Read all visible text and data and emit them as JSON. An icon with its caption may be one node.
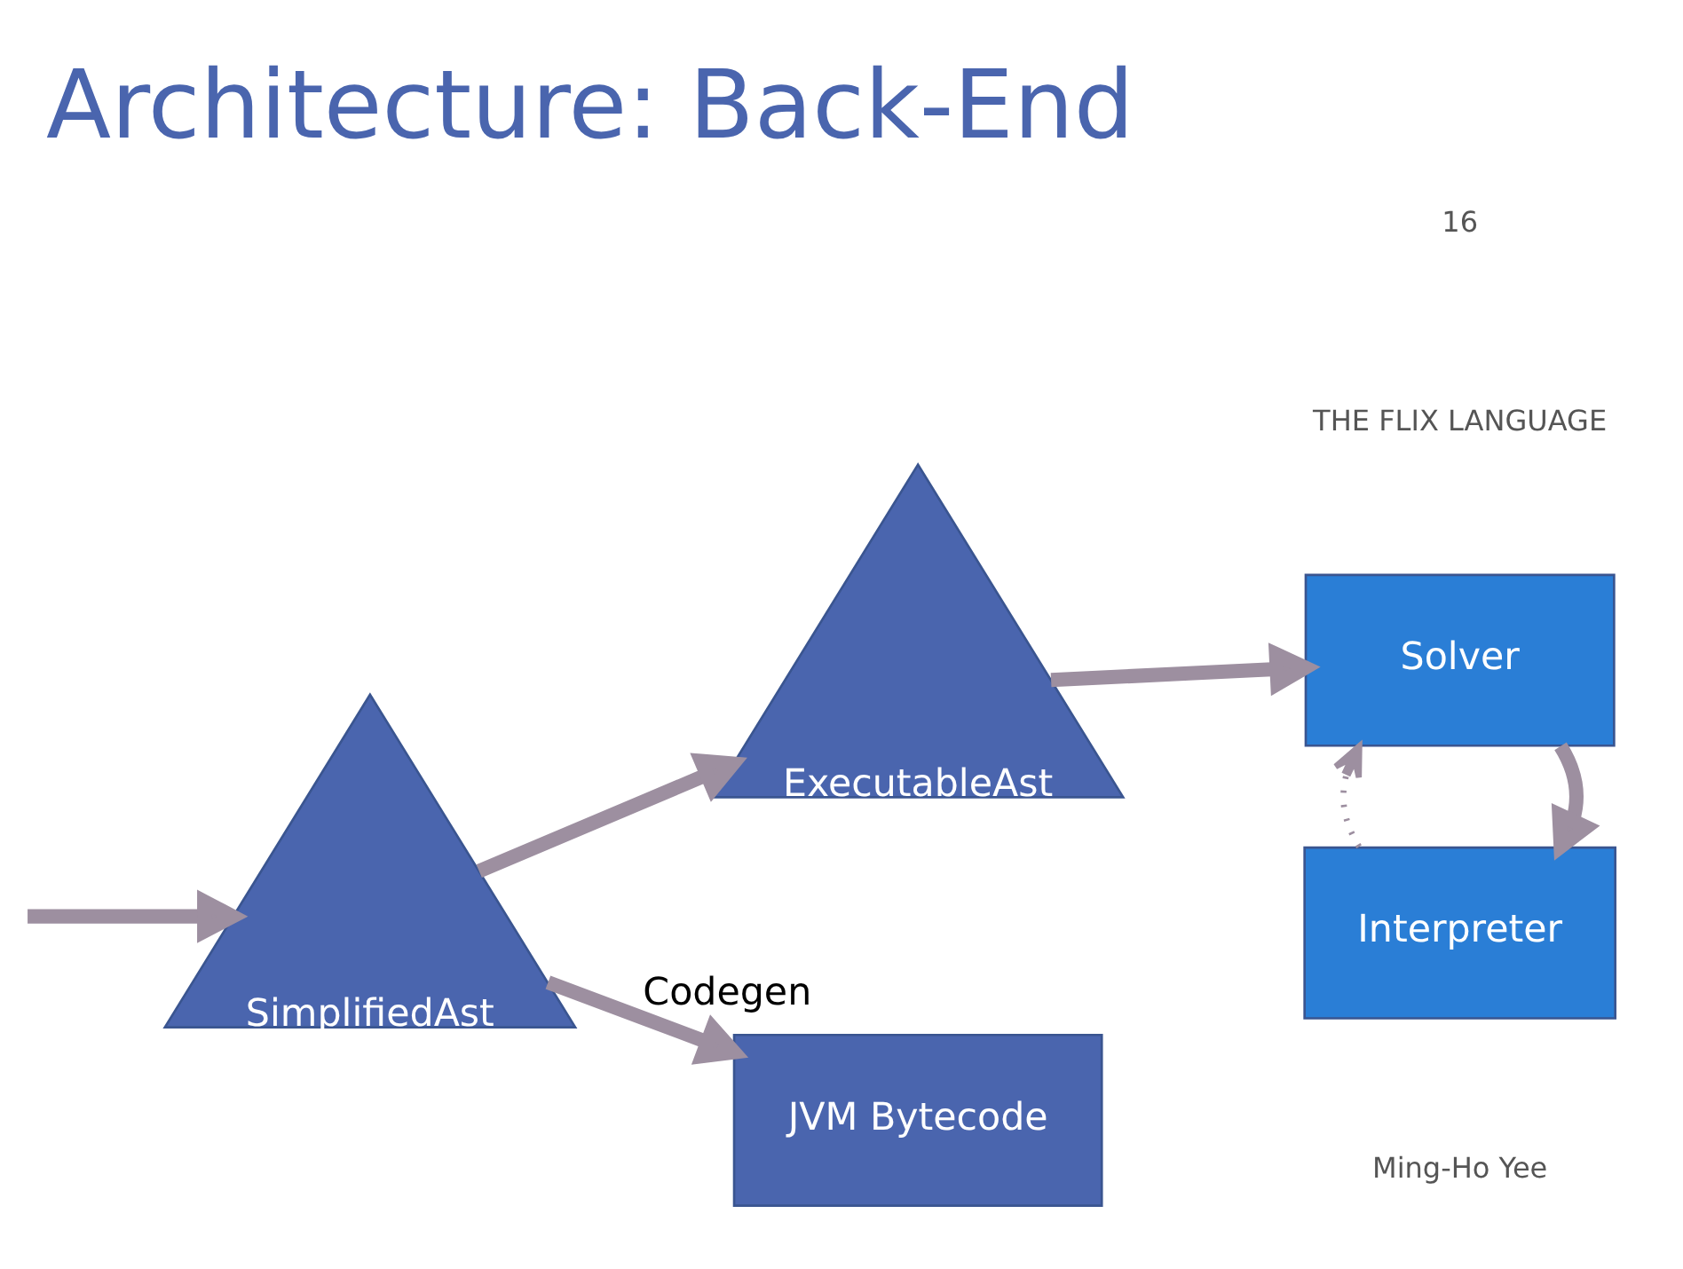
{
  "diagram": {
    "title": "Architecture: Back-End",
    "nodes": [
      {
        "text": [
          "SimplifiedAst"
        ]
      },
      {
        "text": [
          "ExecutableAst"
        ]
      },
      {
        "text": [
          "Solver"
        ]
      },
      {
        "text": [
          "JVM Bytecode"
        ]
      },
      {
        "text": [
          "Interpreter"
        ]
      }
    ],
    "edges": [
      {
        "from": null,
        "to": 0,
        "arrow": "to"
      },
      {
        "from": 0,
        "to": 1,
        "arrow": "to"
      },
      {
        "from": 1,
        "to": 2,
        "arrow": "to"
      },
      {
        "from": 0,
        "to": 3,
        "arrow": "to",
        "label": "Codegen"
      },
      {
        "from": 2,
        "to": 4,
        "arrow": "to"
      },
      {
        "from": 4,
        "to": 2,
        "arrow": "to",
        "style": "dashed"
      }
    ],
    "labels": [
      "Ming-Ho Yee",
      "THE FLIX LANGUAGE",
      "16"
    ]
  }
}
